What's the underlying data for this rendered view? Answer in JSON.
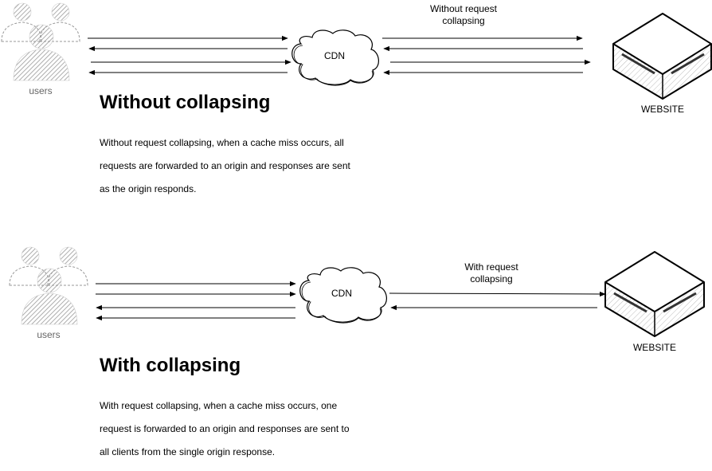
{
  "top": {
    "users_label": "users",
    "cdn_label": "CDN",
    "website_label": "WEBSITE",
    "edge_label": "Without request\ncollapsing",
    "heading": "Without collapsing",
    "description_lines": [
      "Without request collapsing, when a cache miss occurs, all",
      "requests are forwarded to an origin and responses are sent",
      "as the origin responds."
    ]
  },
  "bottom": {
    "users_label": "users",
    "cdn_label": "CDN",
    "website_label": "WEBSITE",
    "edge_label": "With request\ncollapsing",
    "heading": "With collapsing",
    "description_lines": [
      "With request collapsing, when a cache miss occurs, one",
      "request is forwarded to an origin and responses are sent to",
      "all clients from the single origin response."
    ]
  },
  "colors": {
    "stroke": "#000000",
    "users_fill": "#999999",
    "users_label": "#666666",
    "box_hatch": "#aaaaaa"
  },
  "icons": {
    "users": "users-group-icon",
    "cdn": "cloud-icon",
    "website": "server-box-icon"
  }
}
